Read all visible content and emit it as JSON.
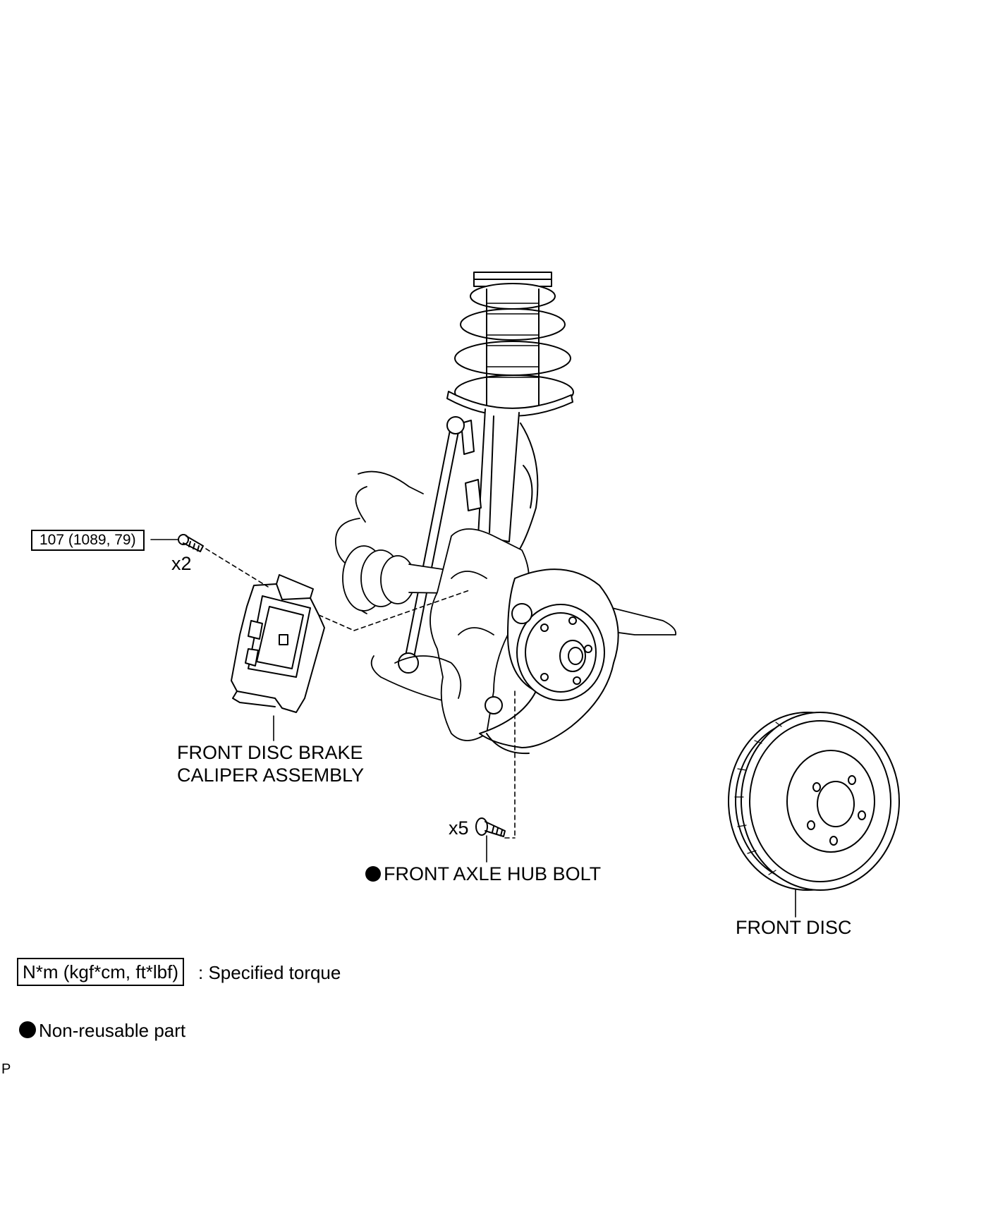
{
  "callouts": {
    "caliper_torque": "107 (1089, 79)",
    "caliper_qty": "x2",
    "caliper_name_line1": "FRONT DISC BRAKE",
    "caliper_name_line2": "CALIPER ASSEMBLY",
    "hub_bolt_qty": "x5",
    "hub_bolt_name": "FRONT AXLE HUB BOLT",
    "disc_name": "FRONT DISC"
  },
  "legend": {
    "torque_units": "N*m (kgf*cm, ft*lbf)",
    "torque_desc": ": Specified torque",
    "nonreusable_desc": "Non-reusable part"
  },
  "corner_mark": "P",
  "colors": {
    "ink": "#000000",
    "paper": "#ffffff"
  }
}
